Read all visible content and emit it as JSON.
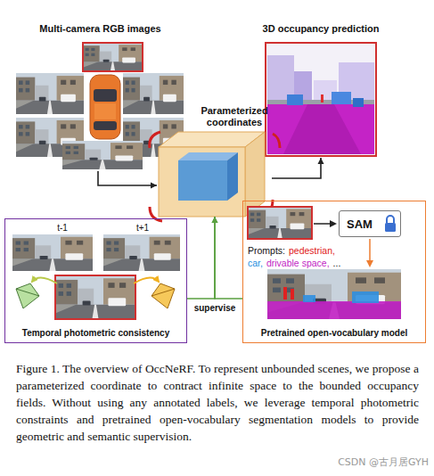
{
  "diagram": {
    "caption": "Figure 1. The overview of OccNeRF. To represent unbounded scenes, we propose a parameterized coordinate to contract infinite space to the bounded occupancy fields. Without using any annotated labels, we leverage temporal photometric constraints and pretrained open-vocabulary segmentation models to provide geometric and semantic supervision.",
    "nodes": [
      {
        "text": [
          "Multi-camera RGB images"
        ]
      },
      {
        "text": [
          "3D occupancy prediction"
        ]
      },
      {
        "text": [
          "Parameterized coordinates"
        ]
      },
      {
        "text": [
          "Temporal photometric consistency"
        ]
      },
      {
        "text": [
          "Pretrained open-vocabulary model"
        ]
      },
      {
        "text": [
          "SAM"
        ],
        "in": 4
      }
    ],
    "edges": [
      {
        "from": 0,
        "to": 2,
        "arrow": "to"
      },
      {
        "from": 2,
        "to": 1,
        "arrow": "to"
      },
      {
        "from": 3,
        "to": 2,
        "arrow": "to",
        "label": "supervise"
      },
      {
        "from": 4,
        "to": 2,
        "arrow": "to"
      }
    ],
    "labels": [
      "t-1",
      "t+1",
      "Prompts:",
      "pedestrian,",
      "car,",
      "drivable space,",
      "...",
      "CSDN @古月居GYH"
    ]
  }
}
